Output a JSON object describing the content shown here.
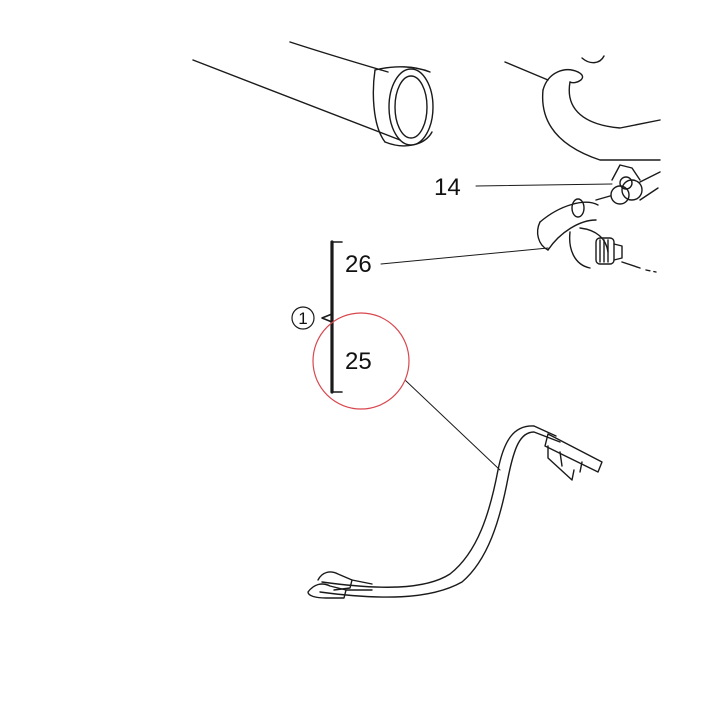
{
  "callouts": {
    "label_14": "14",
    "label_26": "26",
    "label_25": "25",
    "group_number": "1"
  },
  "highlight": {
    "color": "#d9474f"
  }
}
